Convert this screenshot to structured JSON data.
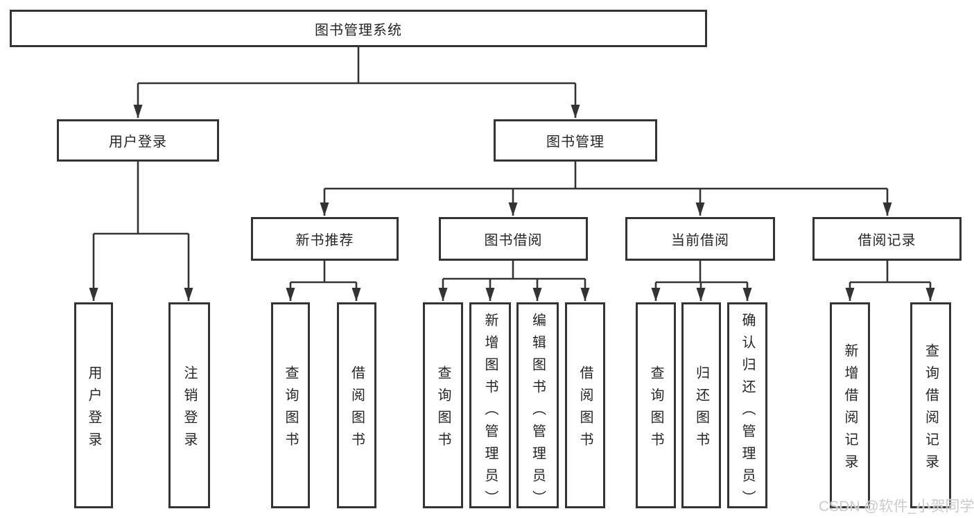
{
  "diagram": {
    "root": {
      "label": "图书管理系统"
    },
    "branches": {
      "user": {
        "label": "用户登录",
        "children": [
          "用户登录",
          "注销登录"
        ]
      },
      "book": {
        "label": "图书管理",
        "modules": [
          {
            "label": "新书推荐",
            "children": [
              "查询图书",
              "借阅图书"
            ]
          },
          {
            "label": "图书借阅",
            "children": [
              "查询图书",
              "新增图书（管理员）",
              "编辑图书（管理员）",
              "借阅图书"
            ]
          },
          {
            "label": "当前借阅",
            "children": [
              "查询图书",
              "归还图书",
              "确认归还（管理员）"
            ]
          },
          {
            "label": "借阅记录",
            "children": [
              "新增借阅记录",
              "查询借阅记录"
            ]
          }
        ]
      }
    }
  },
  "watermark": {
    "text": "CSDN @软件_小贺同学"
  },
  "colors": {
    "line": "#333333",
    "box_background": "#ffffff",
    "text": "#262626",
    "watermark": "#cbcbcb"
  }
}
